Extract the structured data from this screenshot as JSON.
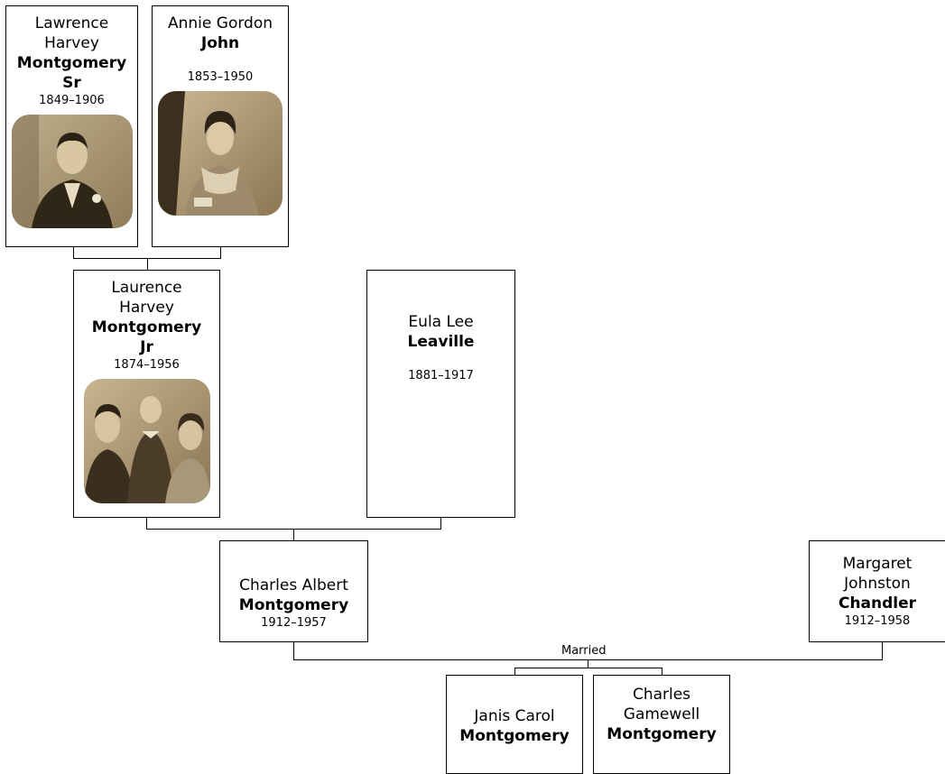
{
  "people": {
    "lawrence_sr": {
      "given": "Lawrence Harvey",
      "surname": "Montgomery Sr",
      "dates": "1849–1906",
      "photo_desc": "portrait-man"
    },
    "annie": {
      "given": "Annie Gordon",
      "surname": "John",
      "dates": "1853–1950",
      "photo_desc": "portrait-woman"
    },
    "laurence_jr": {
      "given": "Laurence Harvey",
      "surname": "Montgomery Jr",
      "dates": "1874–1956",
      "photo_desc": "family-photo"
    },
    "eula": {
      "given": "Eula Lee",
      "surname": "Leaville",
      "dates": "1881–1917"
    },
    "charles_albert": {
      "given": "Charles Albert",
      "surname": "Montgomery",
      "dates": "1912–1957"
    },
    "margaret": {
      "given": "Margaret Johnston",
      "surname": "Chandler",
      "dates": "1912–1958"
    },
    "janis": {
      "given": "Janis Carol",
      "surname": "Montgomery",
      "dates": ""
    },
    "charles_gamewell": {
      "given": "Charles Gamewell",
      "surname": "Montgomery",
      "dates": ""
    }
  },
  "relations": {
    "married_label": "Married"
  },
  "colors": {
    "line": "#000000",
    "border": "#000000",
    "photo_sepia_dark": "#5a4a32",
    "photo_sepia_light": "#d8c8a8"
  }
}
